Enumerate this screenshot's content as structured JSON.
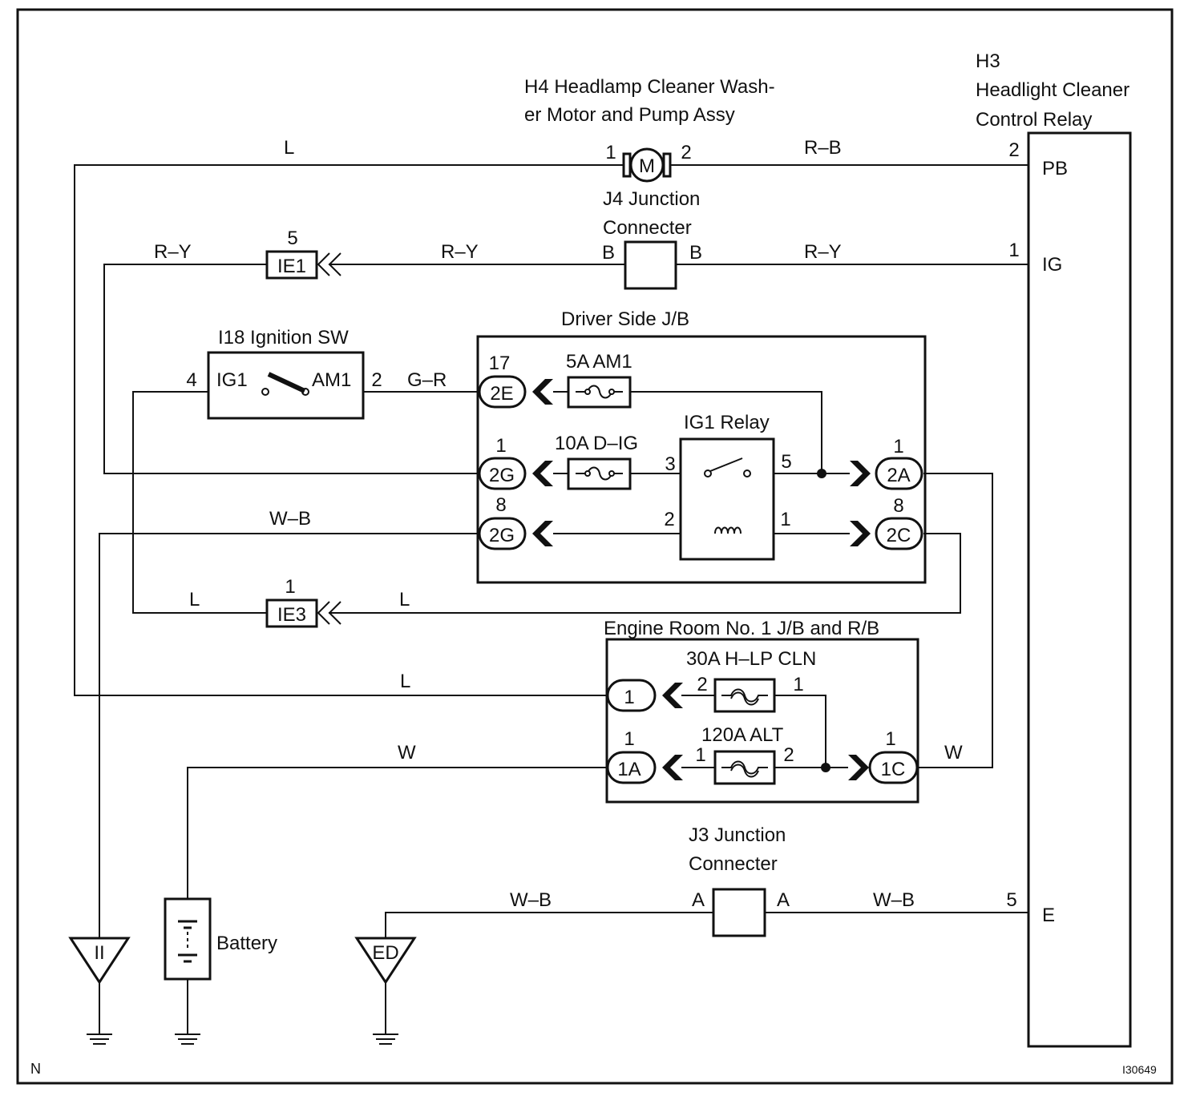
{
  "components": {
    "h4_line1": "H4 Headlamp Cleaner Wash-",
    "h4_line2": "er Motor and Pump Assy",
    "motor_symbol": "M",
    "h3_line1": "H3",
    "h3_line2": "Headlight Cleaner",
    "h3_line3": "Control Relay",
    "j4_line1": "J4 Junction",
    "j4_line2": "Connecter",
    "j3_line1": "J3 Junction",
    "j3_line2": "Connecter",
    "ignition_sw": "I18 Ignition SW",
    "driver_jb": "Driver Side J/B",
    "ig1_relay": "IG1 Relay",
    "engine_room_jb": "Engine Room No. 1 J/B and R/B",
    "battery": "Battery"
  },
  "relay_pins": {
    "pb": "PB",
    "ig": "IG",
    "e": "E"
  },
  "switch_terms": {
    "ig1": "IG1",
    "am1": "AM1"
  },
  "fuses": {
    "am1": "5A AM1",
    "dig": "10A D–IG",
    "hlp_cln": "30A H–LP CLN",
    "alt": "120A ALT"
  },
  "connectors": {
    "ie1": "IE1",
    "ie3": "IE3",
    "c2e": "2E",
    "c2g_top": "2G",
    "c2g_bot": "2G",
    "c2a": "2A",
    "c2c": "2C",
    "c1": "1",
    "c1a": "1A",
    "c1c": "1C"
  },
  "grounds": {
    "ii": "II",
    "ed": "ED"
  },
  "wire_colors": {
    "top_l": "L",
    "top_rb": "R–B",
    "ry_left": "R–Y",
    "ry_mid": "R–Y",
    "ry_right": "R–Y",
    "gr": "G–R",
    "wb_left": "W–B",
    "ie3_left_l": "L",
    "ie3_right_l": "L",
    "eng_l": "L",
    "eng_w_left": "W",
    "eng_w_right": "W",
    "j3_wb_left": "W–B",
    "j3_wb_right": "W–B"
  },
  "pin_numbers": {
    "motor_1": "1",
    "motor_2": "2",
    "relay_pb": "2",
    "relay_ig": "1",
    "relay_e": "5",
    "ie1_pin": "5",
    "ie3_pin": "1",
    "j4_b_left": "B",
    "j4_b_right": "B",
    "j3_a_left": "A",
    "j3_a_right": "A",
    "sw_4": "4",
    "sw_2": "2",
    "c2e_pin": "17",
    "c2g_top_pin": "1",
    "c2g_bot_pin": "8",
    "relay_3": "3",
    "relay_5": "5",
    "relay_2": "2",
    "relay_1": "1",
    "c2a_pin": "1",
    "c2c_pin": "8",
    "fuse_hlp_2": "2",
    "fuse_hlp_1": "1",
    "c1a_pin": "1",
    "fuse_alt_1": "1",
    "fuse_alt_2": "2",
    "c1c_pin": "1"
  },
  "corner": {
    "n": "N",
    "code": "I30649"
  }
}
